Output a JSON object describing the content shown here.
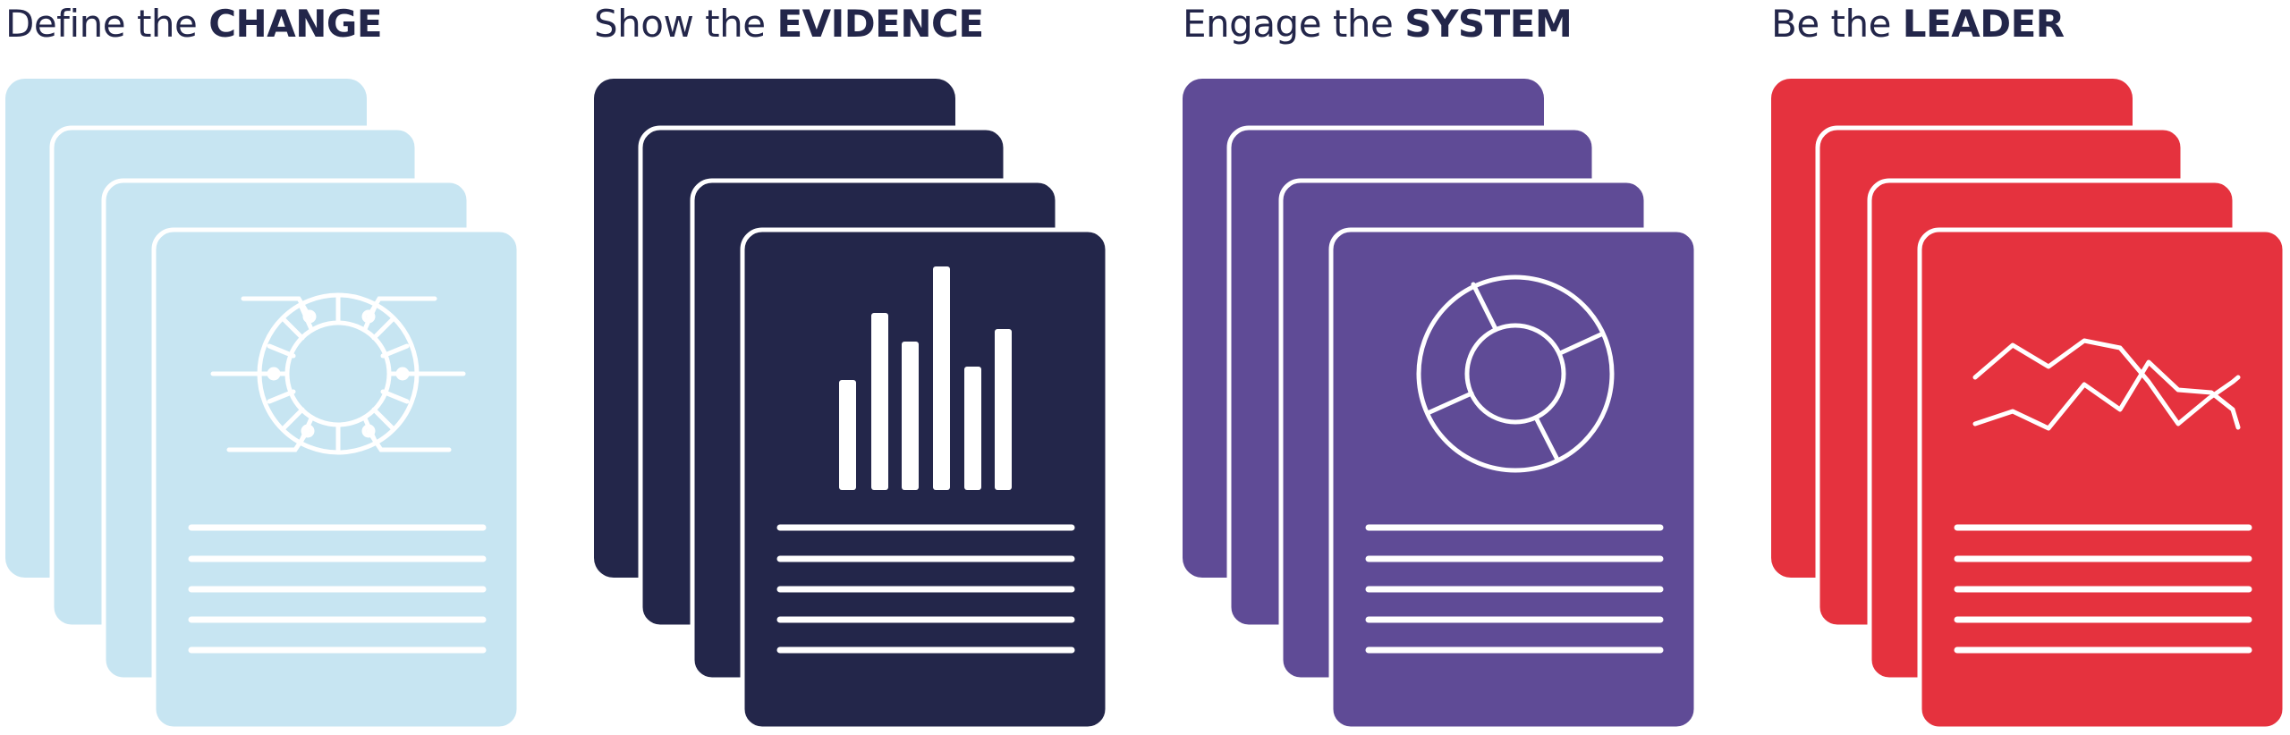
{
  "groups": [
    {
      "title_prefix": "Define the",
      "title_keyword": "CHANGE",
      "color": "#c7e5f2",
      "line_color": "#ffffff",
      "icon": "cycle-gear-icon"
    },
    {
      "title_prefix": "Show the",
      "title_keyword": "EVIDENCE",
      "color": "#23264a",
      "line_color": "#ffffff",
      "icon": "bar-chart-icon"
    },
    {
      "title_prefix": "Engage the",
      "title_keyword": "SYSTEM",
      "color": "#5f4b96",
      "line_color": "#ffffff",
      "icon": "donut-chart-icon"
    },
    {
      "title_prefix": "Be the",
      "title_keyword": "LEADER",
      "color": "#e5323e",
      "line_color": "#ffffff",
      "icon": "line-chart-icon"
    }
  ]
}
